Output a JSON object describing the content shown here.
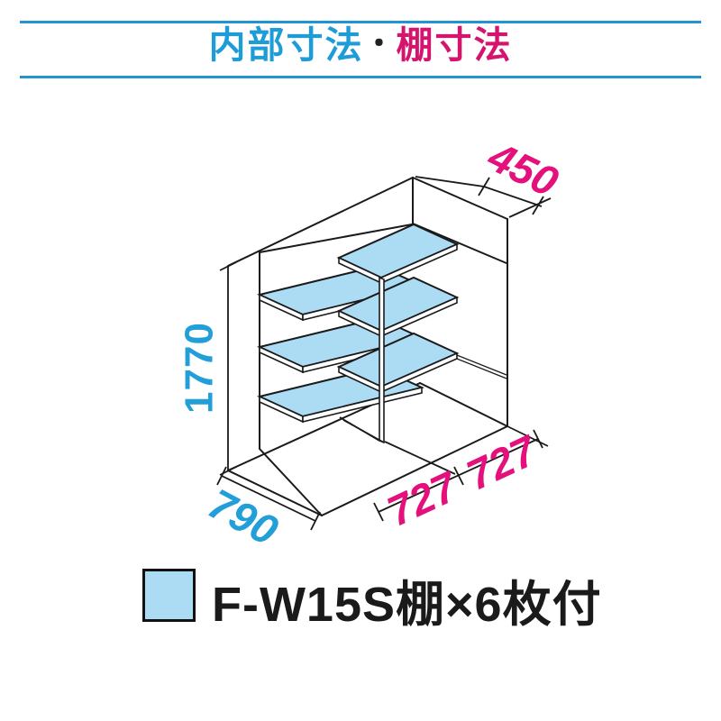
{
  "header": {
    "title_blue": "内部寸法",
    "separator": "・",
    "title_pink": "棚寸法",
    "rule_color": "#2196CE",
    "title_blue_color": "#1E9CD8",
    "title_pink_color": "#D5146E"
  },
  "diagram": {
    "height_mm": "1770",
    "depth_mm": "790",
    "shelf_depth_mm": "450",
    "bay_width_left_mm": "727",
    "bay_width_right_mm": "727",
    "shelf_color": "#ABDCF4",
    "line_color": "#1a1a1a",
    "dim_blue": "#229FD9",
    "dim_pink": "#E4117C",
    "shelf_count": 6
  },
  "legend": {
    "label": "F-W15S棚×6枚付",
    "swatch_color": "#ABDCF4"
  }
}
